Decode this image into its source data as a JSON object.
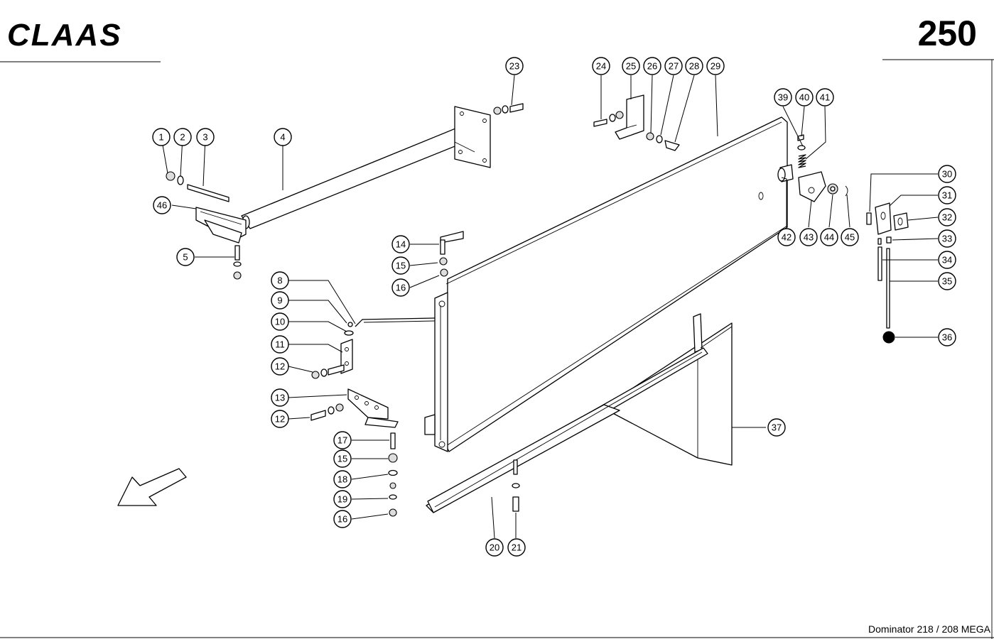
{
  "header": {
    "logo": "CLAAS",
    "page_number": "250"
  },
  "footer": {
    "model": "Dominator 218 / 208 MEGA"
  },
  "callouts": [
    "1",
    "2",
    "3",
    "4",
    "5",
    "8",
    "9",
    "10",
    "11",
    "12",
    "12",
    "13",
    "14",
    "15",
    "15",
    "16",
    "16",
    "17",
    "18",
    "19",
    "20",
    "21",
    "23",
    "24",
    "25",
    "26",
    "27",
    "28",
    "29",
    "30",
    "31",
    "32",
    "33",
    "34",
    "35",
    "36",
    "37",
    "39",
    "40",
    "41",
    "42",
    "43",
    "44",
    "45",
    "46"
  ],
  "icons": {
    "direction_arrow": "arrow-down-left-icon"
  }
}
